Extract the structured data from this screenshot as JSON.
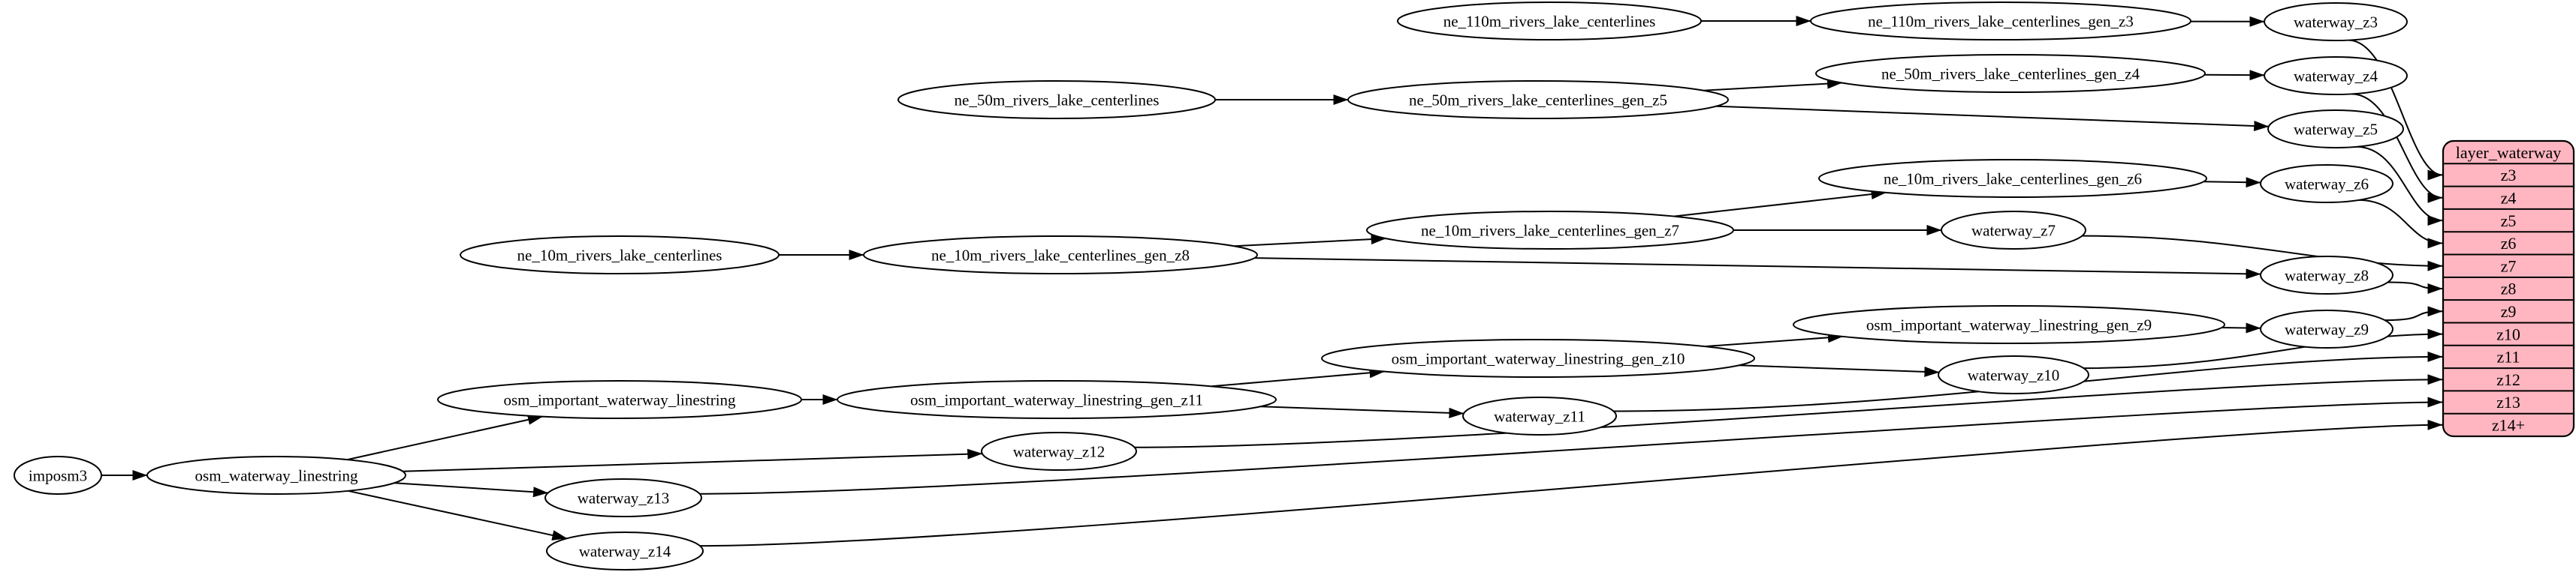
{
  "diagram": {
    "colors": {
      "background": "#ffffff",
      "node_fill": "#ffffff",
      "node_stroke": "#000000",
      "edge": "#000000",
      "text": "#000000",
      "table_fill": "#ffb6c1",
      "table_stroke": "#000000"
    },
    "nodes": [
      {
        "id": "ne_110m_rivers_lake_centerlines",
        "label": "ne_110m_rivers_lake_centerlines"
      },
      {
        "id": "ne_110m_rivers_lake_centerlines_gen_z3",
        "label": "ne_110m_rivers_lake_centerlines_gen_z3"
      },
      {
        "id": "waterway_z3",
        "label": "waterway_z3"
      },
      {
        "id": "ne_50m_rivers_lake_centerlines_gen_z4",
        "label": "ne_50m_rivers_lake_centerlines_gen_z4"
      },
      {
        "id": "waterway_z4",
        "label": "waterway_z4"
      },
      {
        "id": "ne_50m_rivers_lake_centerlines",
        "label": "ne_50m_rivers_lake_centerlines"
      },
      {
        "id": "ne_50m_rivers_lake_centerlines_gen_z5",
        "label": "ne_50m_rivers_lake_centerlines_gen_z5"
      },
      {
        "id": "waterway_z5",
        "label": "waterway_z5"
      },
      {
        "id": "ne_10m_rivers_lake_centerlines_gen_z6",
        "label": "ne_10m_rivers_lake_centerlines_gen_z6"
      },
      {
        "id": "waterway_z6",
        "label": "waterway_z6"
      },
      {
        "id": "ne_10m_rivers_lake_centerlines_gen_z7",
        "label": "ne_10m_rivers_lake_centerlines_gen_z7"
      },
      {
        "id": "waterway_z7",
        "label": "waterway_z7"
      },
      {
        "id": "ne_10m_rivers_lake_centerlines",
        "label": "ne_10m_rivers_lake_centerlines"
      },
      {
        "id": "ne_10m_rivers_lake_centerlines_gen_z8",
        "label": "ne_10m_rivers_lake_centerlines_gen_z8"
      },
      {
        "id": "waterway_z8",
        "label": "waterway_z8"
      },
      {
        "id": "osm_important_waterway_linestring_gen_z9",
        "label": "osm_important_waterway_linestring_gen_z9"
      },
      {
        "id": "waterway_z9",
        "label": "waterway_z9"
      },
      {
        "id": "osm_important_waterway_linestring_gen_z10",
        "label": "osm_important_waterway_linestring_gen_z10"
      },
      {
        "id": "waterway_z10",
        "label": "waterway_z10"
      },
      {
        "id": "osm_important_waterway_linestring",
        "label": "osm_important_waterway_linestring"
      },
      {
        "id": "osm_important_waterway_linestring_gen_z11",
        "label": "osm_important_waterway_linestring_gen_z11"
      },
      {
        "id": "waterway_z11",
        "label": "waterway_z11"
      },
      {
        "id": "waterway_z12",
        "label": "waterway_z12"
      },
      {
        "id": "imposm3",
        "label": "imposm3"
      },
      {
        "id": "osm_waterway_linestring",
        "label": "osm_waterway_linestring"
      },
      {
        "id": "waterway_z13",
        "label": "waterway_z13"
      },
      {
        "id": "waterway_z14",
        "label": "waterway_z14"
      }
    ],
    "table": {
      "title": "layer_waterway",
      "rows": [
        "z3",
        "z4",
        "z5",
        "z6",
        "z7",
        "z8",
        "z9",
        "z10",
        "z11",
        "z12",
        "z13",
        "z14+"
      ]
    },
    "edges": [
      {
        "from": "imposm3",
        "to": "osm_waterway_linestring"
      },
      {
        "from": "osm_waterway_linestring",
        "to": "osm_important_waterway_linestring"
      },
      {
        "from": "osm_waterway_linestring",
        "to": "waterway_z12"
      },
      {
        "from": "osm_waterway_linestring",
        "to": "waterway_z13"
      },
      {
        "from": "osm_waterway_linestring",
        "to": "waterway_z14"
      },
      {
        "from": "osm_important_waterway_linestring",
        "to": "osm_important_waterway_linestring_gen_z11"
      },
      {
        "from": "osm_important_waterway_linestring_gen_z11",
        "to": "osm_important_waterway_linestring_gen_z10"
      },
      {
        "from": "osm_important_waterway_linestring_gen_z11",
        "to": "waterway_z11"
      },
      {
        "from": "osm_important_waterway_linestring_gen_z10",
        "to": "osm_important_waterway_linestring_gen_z9"
      },
      {
        "from": "osm_important_waterway_linestring_gen_z10",
        "to": "waterway_z10"
      },
      {
        "from": "osm_important_waterway_linestring_gen_z9",
        "to": "waterway_z9"
      },
      {
        "from": "ne_110m_rivers_lake_centerlines",
        "to": "ne_110m_rivers_lake_centerlines_gen_z3"
      },
      {
        "from": "ne_110m_rivers_lake_centerlines_gen_z3",
        "to": "waterway_z3"
      },
      {
        "from": "ne_50m_rivers_lake_centerlines",
        "to": "ne_50m_rivers_lake_centerlines_gen_z5"
      },
      {
        "from": "ne_50m_rivers_lake_centerlines_gen_z5",
        "to": "ne_50m_rivers_lake_centerlines_gen_z4"
      },
      {
        "from": "ne_50m_rivers_lake_centerlines_gen_z5",
        "to": "waterway_z5"
      },
      {
        "from": "ne_50m_rivers_lake_centerlines_gen_z4",
        "to": "waterway_z4"
      },
      {
        "from": "ne_10m_rivers_lake_centerlines",
        "to": "ne_10m_rivers_lake_centerlines_gen_z8"
      },
      {
        "from": "ne_10m_rivers_lake_centerlines_gen_z8",
        "to": "ne_10m_rivers_lake_centerlines_gen_z7"
      },
      {
        "from": "ne_10m_rivers_lake_centerlines_gen_z8",
        "to": "waterway_z8"
      },
      {
        "from": "ne_10m_rivers_lake_centerlines_gen_z7",
        "to": "ne_10m_rivers_lake_centerlines_gen_z6"
      },
      {
        "from": "ne_10m_rivers_lake_centerlines_gen_z7",
        "to": "waterway_z7"
      },
      {
        "from": "ne_10m_rivers_lake_centerlines_gen_z6",
        "to": "waterway_z6"
      },
      {
        "from": "waterway_z3",
        "to": "layer_waterway:z3"
      },
      {
        "from": "waterway_z4",
        "to": "layer_waterway:z4"
      },
      {
        "from": "waterway_z5",
        "to": "layer_waterway:z5"
      },
      {
        "from": "waterway_z6",
        "to": "layer_waterway:z6"
      },
      {
        "from": "waterway_z7",
        "to": "layer_waterway:z7"
      },
      {
        "from": "waterway_z8",
        "to": "layer_waterway:z8"
      },
      {
        "from": "waterway_z9",
        "to": "layer_waterway:z9"
      },
      {
        "from": "waterway_z10",
        "to": "layer_waterway:z10"
      },
      {
        "from": "waterway_z11",
        "to": "layer_waterway:z11"
      },
      {
        "from": "waterway_z12",
        "to": "layer_waterway:z12"
      },
      {
        "from": "waterway_z13",
        "to": "layer_waterway:z13"
      },
      {
        "from": "waterway_z14",
        "to": "layer_waterway:z14+"
      }
    ]
  }
}
